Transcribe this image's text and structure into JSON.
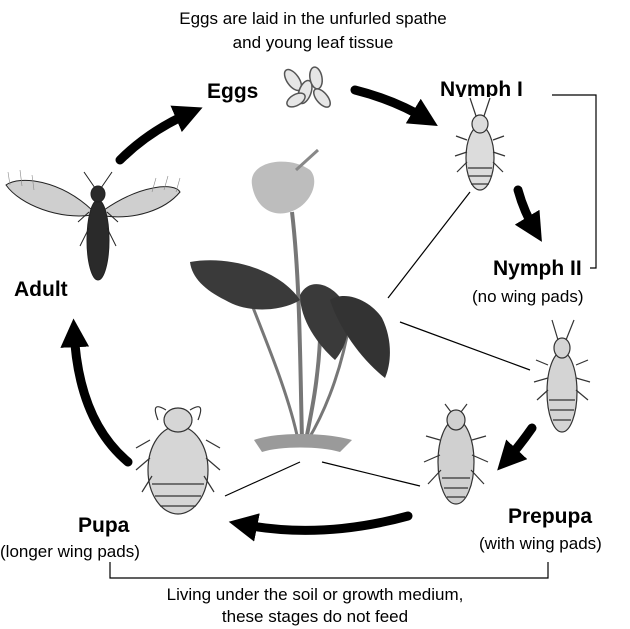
{
  "top_caption": {
    "line1": "Eggs are laid in the unfurled spathe",
    "line2": "and young leaf tissue"
  },
  "stages": {
    "eggs": {
      "name": "Eggs"
    },
    "nymph1": {
      "name": "Nymph I"
    },
    "nymph2": {
      "name": "Nymph II",
      "note": "(no wing pads)"
    },
    "prepupa": {
      "name": "Prepupa",
      "note": "(with wing pads)"
    },
    "pupa": {
      "name": "Pupa",
      "note": "(longer wing pads)"
    },
    "adult": {
      "name": "Adult"
    }
  },
  "bottom_caption": {
    "line1": "Living under the soil or growth medium,",
    "line2": "these stages do not feed"
  },
  "colors": {
    "ink": "#000000",
    "insect_fill": "#d9d9d9",
    "leaf": "#3a3a3a",
    "spathe": "#bdbdbd"
  },
  "icons": [
    "eggs-icon",
    "nymph-icon",
    "prepupa-icon",
    "pupa-icon",
    "adult-thrips-icon",
    "anthurium-plant-icon",
    "cycle-arrow-icon"
  ]
}
